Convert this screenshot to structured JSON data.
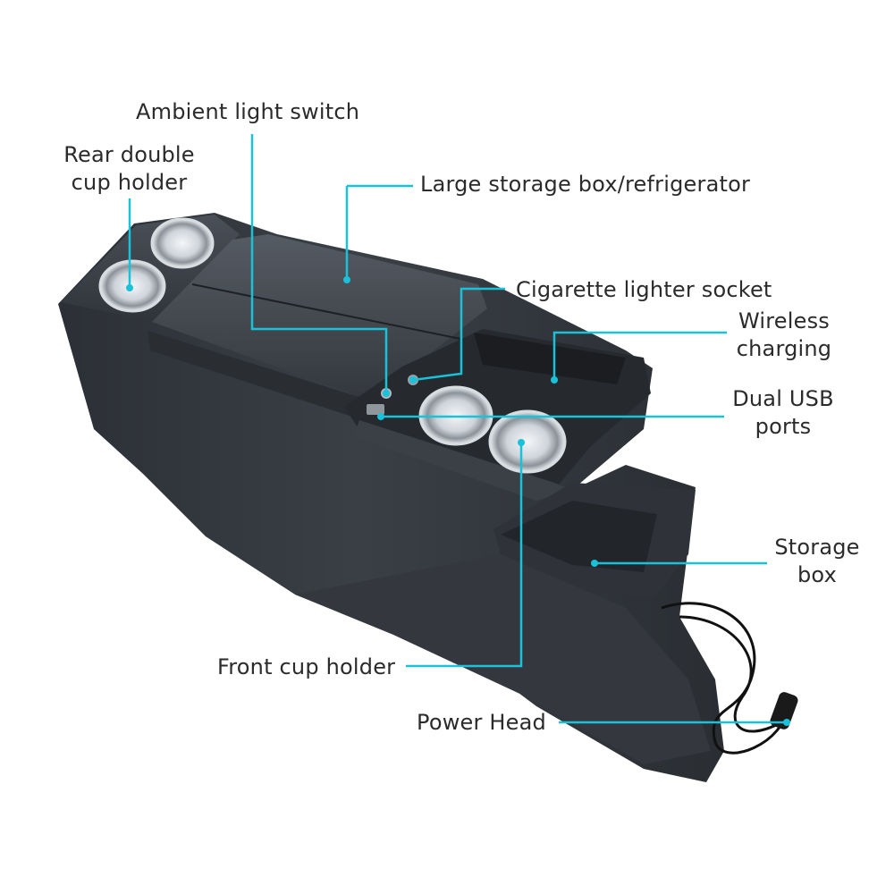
{
  "accent_color": "#19c2d8",
  "labels": {
    "ambient_light_switch": "Ambient light switch",
    "rear_cup_holder": [
      "Rear double",
      "cup holder"
    ],
    "large_storage_box": "Large storage box/refrigerator",
    "cigarette_lighter_socket": "Cigarette lighter socket",
    "wireless_charging": [
      "Wireless",
      "charging"
    ],
    "dual_usb_ports": [
      "Dual USB",
      "ports"
    ],
    "storage_box": [
      "Storage",
      "box"
    ],
    "front_cup_holder": "Front cup holder",
    "power_head": "Power Head"
  }
}
